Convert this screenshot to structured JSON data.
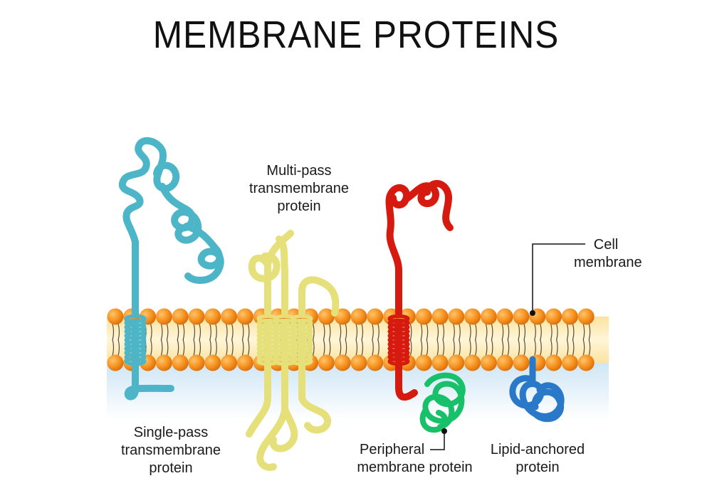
{
  "title": "MEMBRANE PROTEINS",
  "labels": {
    "multi_pass": [
      "Multi-pass",
      "transmembrane",
      "protein"
    ],
    "cell_membrane": [
      "Cell",
      "membrane"
    ],
    "single_pass": [
      "Single-pass",
      "transmembrane",
      "protein"
    ],
    "peripheral": [
      "Peripheral",
      "membrane protein"
    ],
    "lipid_anchored": [
      "Lipid-anchored",
      "protein"
    ]
  },
  "colors": {
    "lipid_head": "#f5901e",
    "lipid_head_light": "#ffc46a",
    "lipid_tail": "#5a4a3a",
    "membrane_core": "#fde9a8",
    "cytoplasm": "#d7ebf7",
    "single_pass_protein": "#4cb6c8",
    "multi_pass_protein": "#e6e07a",
    "red_protein": "#d61a0f",
    "peripheral_protein": "#19c06a",
    "lipid_anchored_protein": "#2a78c8"
  }
}
